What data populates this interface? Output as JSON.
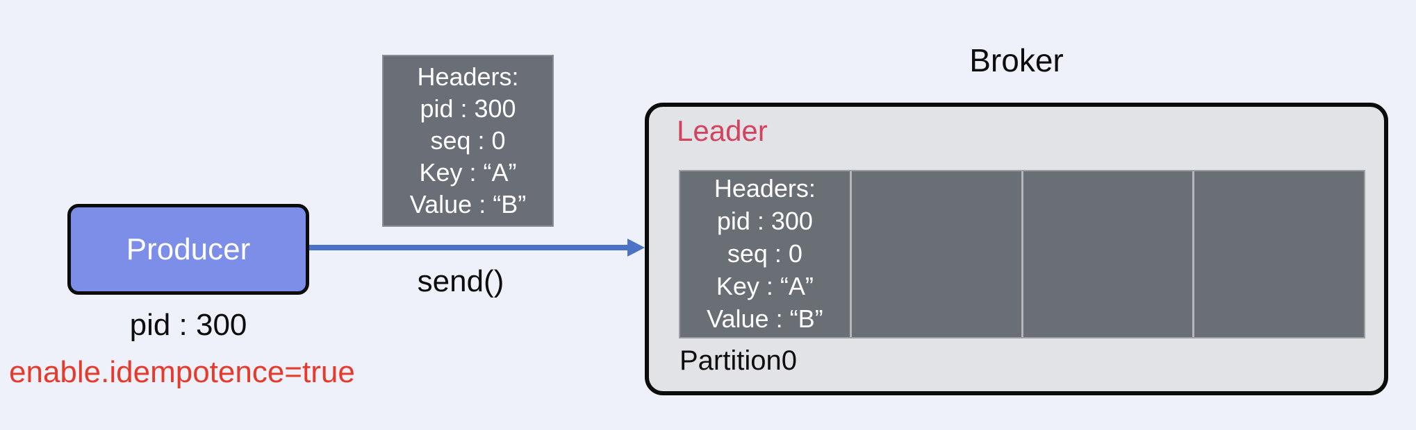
{
  "colors": {
    "background": "#eef0fa",
    "producer_fill": "#7d8ee8",
    "arrow_blue": "#4a73c8",
    "leader_red": "#d5425e",
    "config_red": "#e63b2b",
    "record_gray": "#6a6e76",
    "broker_fill": "#e2e3e6",
    "outline_black": "#0c0c0c"
  },
  "producer": {
    "label": "Producer",
    "pid": "pid : 300",
    "config": "enable.idempotence=true"
  },
  "message": {
    "lines": [
      "Headers:",
      "pid : 300",
      "seq : 0",
      "Key : “A”",
      "Value : “B”"
    ]
  },
  "arrow": {
    "label": "send()"
  },
  "broker": {
    "title": "Broker",
    "leader": "Leader",
    "partition": "Partition0",
    "slot_count": 4,
    "record_lines": [
      "Headers:",
      "pid : 300",
      "seq : 0",
      "Key : “A”",
      "Value : “B”"
    ]
  }
}
